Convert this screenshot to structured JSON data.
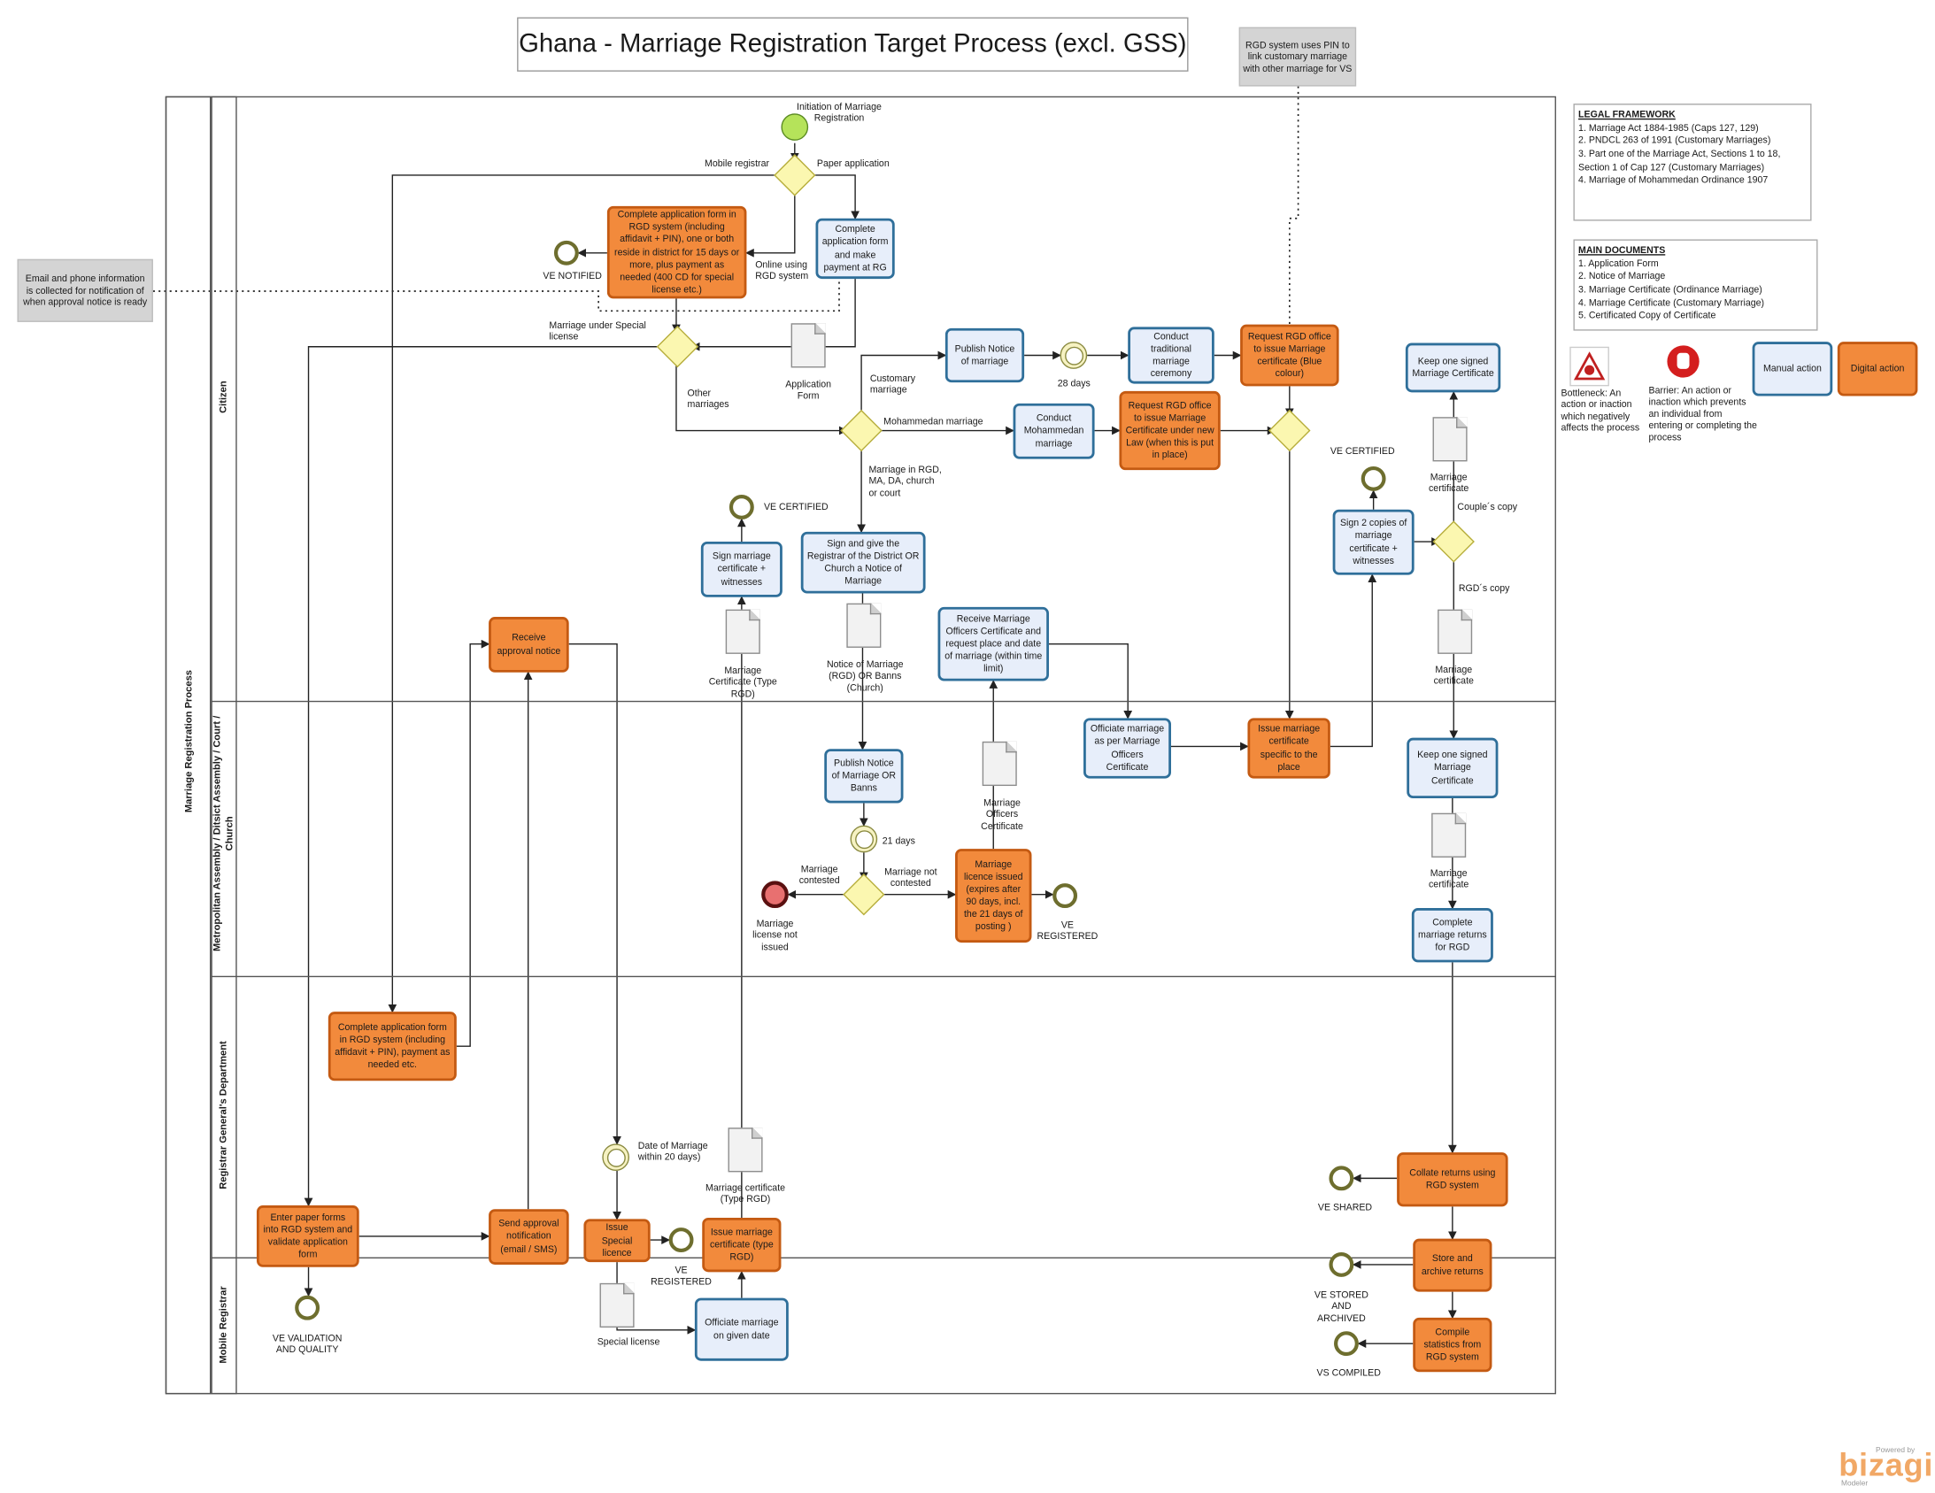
{
  "title": "Ghana - Marriage Registration Target Process (excl. GSS)",
  "notes": {
    "rgd_pin": "RGD system uses PIN to link customary marriage with other marriage for VS",
    "email_phone": "Email and phone information is collected for notification of when approval notice is ready"
  },
  "pool": {
    "name": "Marriage Registration Process"
  },
  "lanes": {
    "citizen": "Citizen",
    "assembly": "Metropolitan Assembly / Ditsict Assembly / Court / Church",
    "rgd": "Registrar General's Department",
    "mobile": "Mobile Registrar"
  },
  "legend": {
    "legal_title": "LEGAL FRAMEWORK",
    "legal_items": [
      "1.  Marriage Act 1884-1985 (Caps 127, 129)",
      "2. PNDCL 263 of 1991 (Customary Marriages)",
      "3. Part one of the Marriage Act, Sections 1 to 18, Section 1 of Cap 127 (Customary Marriages)",
      "4. Marriage of Mohammedan Ordinance 1907"
    ],
    "docs_title": "MAIN DOCUMENTS",
    "docs_items": [
      "1. Application Form",
      "2. Notice of Marriage",
      "3. Marriage Certificate (Ordinance Marriage)",
      "4. Marriage Certificate (Customary Marriage)",
      "5. Certificated Copy of Certificate"
    ],
    "bottleneck": "Bottleneck: An action or inaction which negatively affects the process",
    "barrier": "Barrier: An action or inaction which prevents an individual from entering or completing the process",
    "manual": "Manual action",
    "digital": "Digital action"
  },
  "tasks": {
    "complete_form_rgd": "Complete application form in RGD system (including affidavit + PIN), one or both reside in district for 15 days or more, plus payment as needed (400 CD for special license etc.)",
    "complete_form_pay": "Complete application form and make payment at RG",
    "publish_notice": "Publish Notice of marriage",
    "conduct_traditional": "Conduct traditional marriage ceremony",
    "request_blue": "Request RGD office to issue Marriage certificate (Blue colour)",
    "conduct_mohammedan": "Conduct Mohammedan marriage",
    "request_new_law": "Request RGD office to issue Marriage Certificate under new Law (when this is put in place)",
    "keep_signed_citizen": "Keep one signed Marriage Certificate",
    "sign_cert_witness": "Sign marriage certificate + witnesses",
    "sign_give_notice": "Sign and give the Registrar of the District OR Church a Notice of Marriage",
    "sign_2_copies": "Sign 2 copies of marriage certificate + witnesses",
    "receive_approval": "Receive approval notice",
    "receive_officers_cert": "Receive Marriage Officers Certificate and request place and date of marriage (within time limit)",
    "officiate_officers": "Officiate marriage as per Marriage Officers Certificate",
    "issue_cert_place": "Issue marriage certificate specific to the place",
    "keep_signed_assembly": "Keep one signed Marriage Certificate",
    "publish_banns": "Publish Notice of Marriage OR Banns",
    "licence_issued": "Marriage licence issued (expires after 90 days, incl. the 21 days of posting )",
    "complete_returns": "Complete marriage returns for RGD",
    "complete_form_rgd2": "Complete application form in RGD system (including affidavit + PIN), payment as needed etc.",
    "enter_paper": "Enter paper forms into RGD system and validate application form",
    "send_approval": "Send approval notification (email / SMS)",
    "issue_special": "Issue Special licence",
    "issue_cert_rgd": "Issue marriage certificate (type RGD)",
    "collate_returns": "Collate returns using RGD system",
    "store_archive": "Store and archive returns",
    "officiate_given": "Officiate marriage on given date",
    "compile_stats": "Compile statistics from RGD system"
  },
  "labels": {
    "initiation": "Initiation of Marriage Registration",
    "mobile_registrar": "Mobile registrar",
    "paper_application": "Paper application",
    "online": "Online using RGD system",
    "ve_notified": "VE NOTIFIED",
    "special_license_branch": "Marriage under Special license",
    "other_marriages": "Other marriages",
    "application_form": "Application Form",
    "customary": "Customary marriage",
    "days_28": "28 days",
    "mohammedan": "Mohammedan marriage",
    "in_rgd": "Marriage in RGD, MA, DA, church or court",
    "ve_certified_1": "VE CERTIFIED",
    "ve_certified_2": "VE CERTIFIED",
    "couples_copy": "Couple´s copy",
    "rgds_copy": "RGD´s copy",
    "marriage_certificate_1": "Marriage certificate",
    "marriage_certificate_2": "Marriage certificate",
    "marriage_certificate_3": "Marriage certificate",
    "cert_type_rgd": "Marriage Certificate (Type RGD)",
    "notice_banns": "Notice of Marriage (RGD) OR Banns (Church)",
    "officers_cert": "Marriage Officers Certificate",
    "days_21": "21 days",
    "contested": "Marriage contested",
    "not_contested": "Marriage not contested",
    "not_issued": "Marriage license not issued",
    "ve_registered_1": "VE REGISTERED",
    "date_within": "Date of Marriage within 20 days)",
    "cert_type_rgd2": "Marriage certificate (Type RGD)",
    "ve_registered_2": "VE REGISTERED",
    "ve_shared": "VE SHARED",
    "ve_stored": "VE STORED AND ARCHIVED",
    "vs_compiled": "VS COMPILED",
    "ve_validation": "VE VALIDATION AND QUALITY",
    "special_license_doc": "Special license"
  },
  "branding": {
    "powered": "Powered by",
    "name": "bizagi",
    "sub": "Modeler"
  },
  "colors": {
    "manual_fill": "#e7eefa",
    "manual_border": "#2f6f9a",
    "digital_fill": "#f28a3c",
    "gateway": "#fbf7b0",
    "start": "#b5e35a",
    "end_bad": "#e87070"
  }
}
